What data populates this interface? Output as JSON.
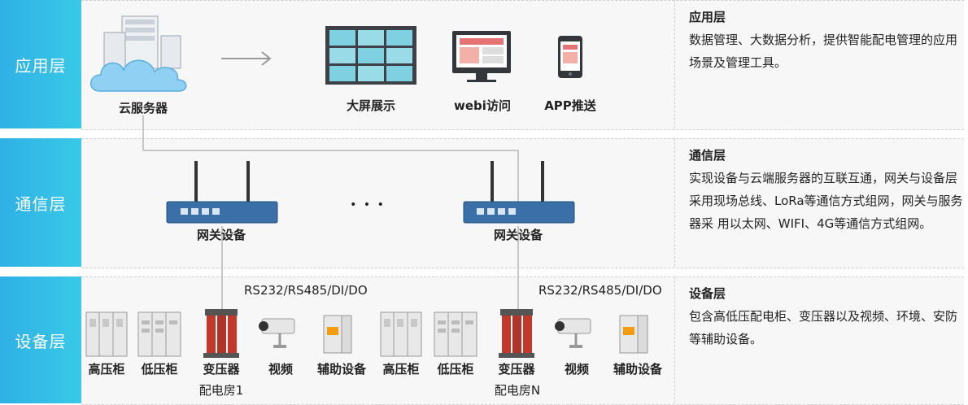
{
  "layers": [
    {
      "label": "应用层",
      "desc_title": "应用层",
      "desc_text": "数据管理、大数据分析，提供智能配电管理的应用场景及管理工具。"
    },
    {
      "label": "通信层",
      "desc_title": "通信层",
      "desc_text": "实现设备与云端服务器的互联互通，网关与设备层采用现场总线、LoRa等通信方式组网，网关与服务器采 用以太网、WIFI、4G等通信方式组网。"
    },
    {
      "label": "设备层",
      "desc_title": "设备层",
      "desc_text": "包含高低压配电柜、变压器以及视频、环境、安防等辅助设备。"
    }
  ],
  "app": {
    "cloud_label": "云服务器",
    "big_screen": "大屏展示",
    "webi": "webi访问",
    "app_push": "APP推送"
  },
  "comm": {
    "gateway1": "网关设备",
    "gateway2": "网关设备",
    "ellipsis": "• • •"
  },
  "device": {
    "protocol1": "RS232/RS485/DI/DO",
    "protocol2": "RS232/RS485/DI/DO",
    "room1": {
      "name": "配电房1",
      "items": [
        "高压柜",
        "低压柜",
        "变压器",
        "视频",
        "辅助设备"
      ]
    },
    "roomN": {
      "name": "配电房N",
      "items": [
        "高压柜",
        "低压柜",
        "变压器",
        "视频",
        "辅助设备"
      ]
    }
  },
  "colors": {
    "tab_gradient_start": "#2fb0e6",
    "tab_gradient_end": "#39c9e6",
    "gateway_body": "#3a6fa8",
    "transformer": "#c0392b"
  }
}
